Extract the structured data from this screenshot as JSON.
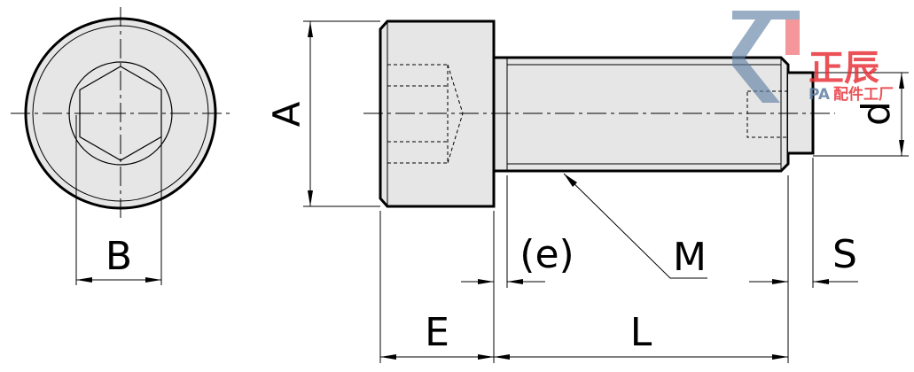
{
  "labels": {
    "A": "A",
    "B": "B",
    "d": "d",
    "e": "(e)",
    "M": "M",
    "S": "S",
    "E": "E",
    "L": "L"
  },
  "logo": {
    "main_text": "正辰",
    "sub_prefix": "PA",
    "sub_text": "配件工厂"
  },
  "colors": {
    "line": "#000000",
    "fill": "#e6e6e6",
    "logo_red": "#e8343a",
    "logo_blue": "#5f7fa3"
  }
}
